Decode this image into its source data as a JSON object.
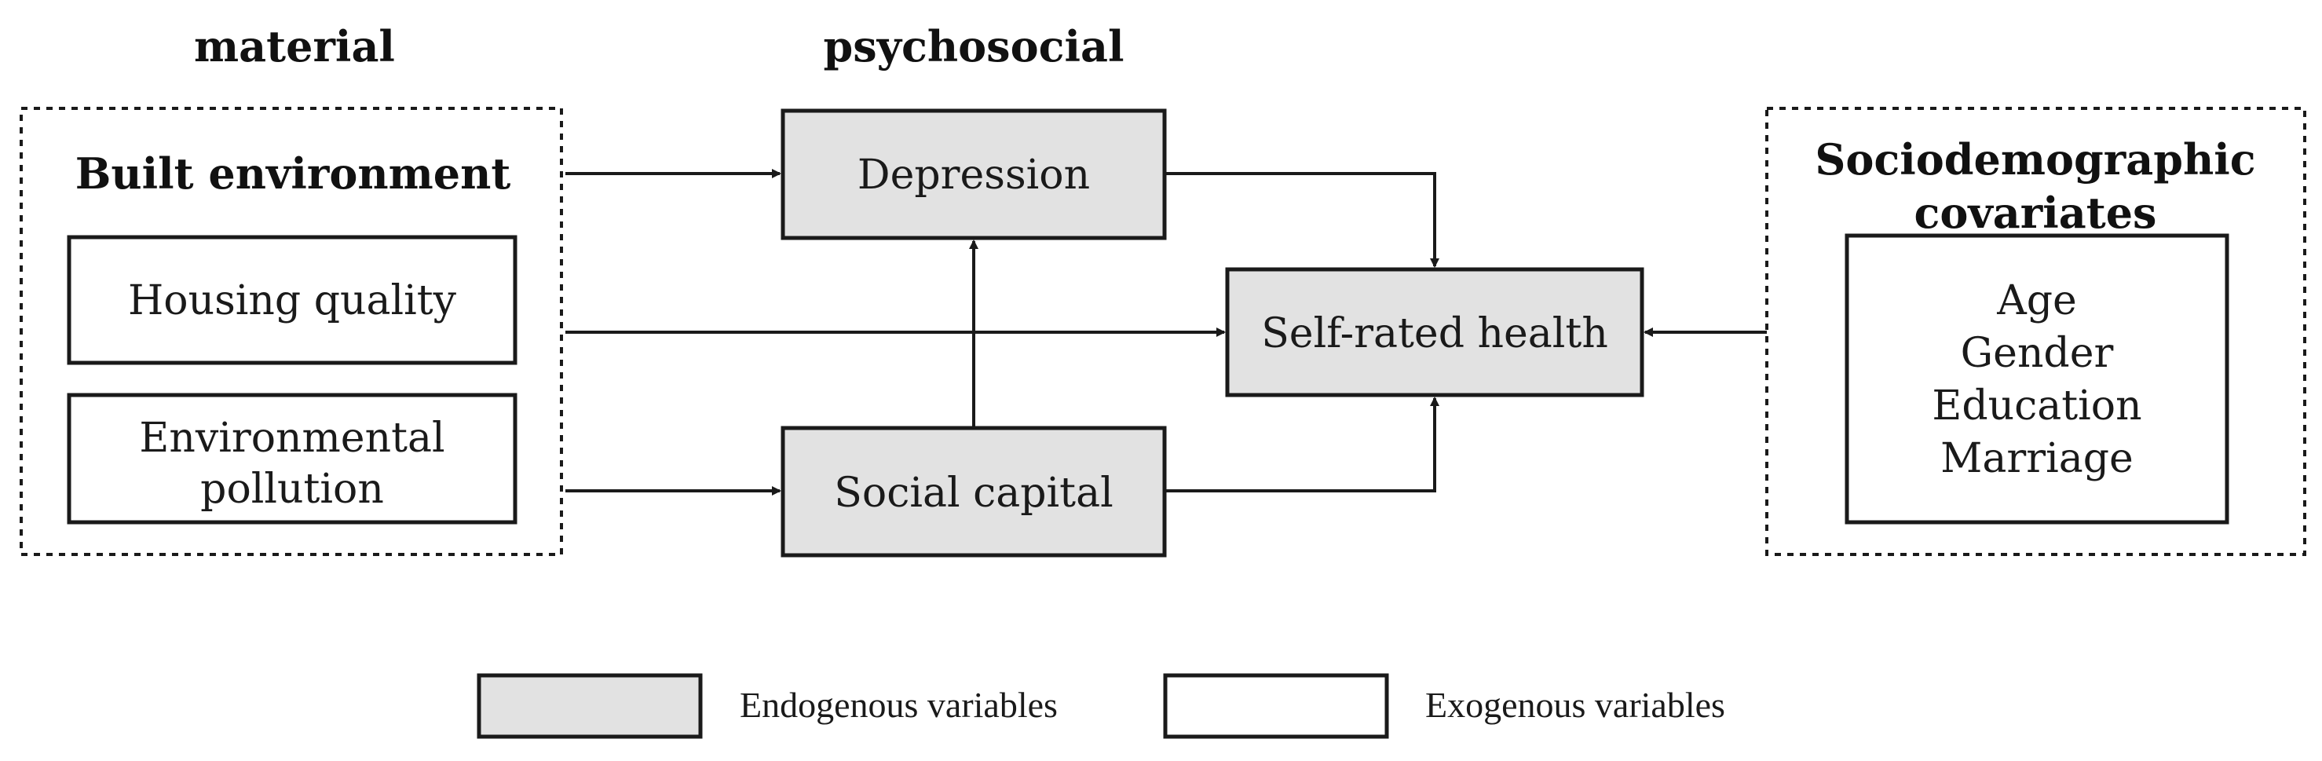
{
  "headings": {
    "material": "material",
    "psychosocial": "psychosocial"
  },
  "groups": {
    "built_environment": {
      "title": "Built environment",
      "items": [
        "Housing quality",
        "Environmental",
        "pollution"
      ]
    },
    "sociodemographic": {
      "title_line1": "Sociodemographic",
      "title_line2": "covariates",
      "items": [
        "Age",
        "Gender",
        "Education",
        "Marriage"
      ]
    }
  },
  "nodes": {
    "depression": "Depression",
    "social_capital": "Social capital",
    "self_rated_health": "Self-rated health"
  },
  "legend": {
    "endogenous": "Endogenous variables",
    "exogenous": "Exogenous variables"
  },
  "colors": {
    "endogenous_fill": "#e2e2e2",
    "exogenous_fill": "#ffffff",
    "stroke": "#1a1a1a"
  }
}
